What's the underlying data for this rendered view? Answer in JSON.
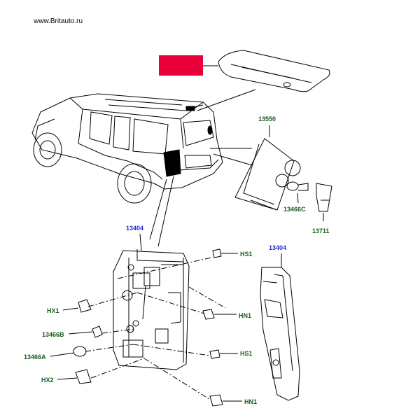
{
  "header": {
    "site": "www.Britauto.ru"
  },
  "colors": {
    "highlight": "#e8003a",
    "label_green": "#1d5a1d",
    "label_blue": "#2a2acb",
    "line": "#000000"
  },
  "labels": {
    "rear_lamp_assembly": "13550",
    "bulb_13466c": "13466C",
    "socket": "13711",
    "tail_lamp_left": "13404",
    "tail_lamp_right": "13404",
    "hs1_top": "HS1",
    "hn1_top": "HN1",
    "hx1": "HX1",
    "bulb_13466b": "13466B",
    "bulb_13466a": "13466A",
    "hs1_bottom": "HS1",
    "hx2": "HX2",
    "hn1_bottom": "HN1"
  }
}
